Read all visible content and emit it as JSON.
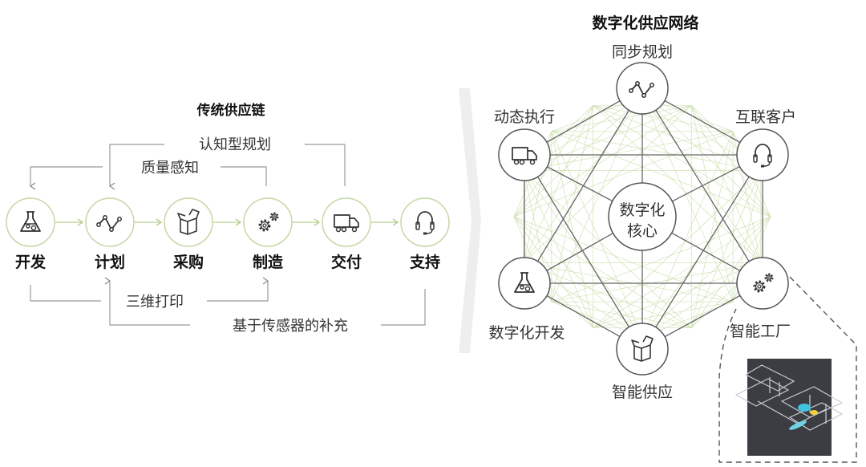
{
  "left": {
    "title": "传统供应链",
    "stages": [
      {
        "label": "开发",
        "icon": "flask-icon"
      },
      {
        "label": "计划",
        "icon": "line-chart-icon"
      },
      {
        "label": "采购",
        "icon": "box-icon"
      },
      {
        "label": "制造",
        "icon": "gears-icon"
      },
      {
        "label": "交付",
        "icon": "truck-icon"
      },
      {
        "label": "支持",
        "icon": "headset-icon"
      }
    ],
    "flows": {
      "cognitive_planning": "认知型规划",
      "quality_sensing": "质量感知",
      "printing_3d": "三维打印",
      "sensor_replenish": "基于传感器的补充"
    }
  },
  "right": {
    "title": "数字化供应网络",
    "core": [
      "数字化",
      "核心"
    ],
    "nodes": [
      {
        "label": "同步规划",
        "icon": "line-chart-icon"
      },
      {
        "label": "互联客户",
        "icon": "headset-icon"
      },
      {
        "label": "智能工厂",
        "icon": "gears-icon"
      },
      {
        "label": "智能供应",
        "icon": "box-icon"
      },
      {
        "label": "数字化开发",
        "icon": "flask-icon"
      },
      {
        "label": "动态执行",
        "icon": "truck-icon"
      }
    ]
  },
  "colors": {
    "green": "#c5d8a4",
    "mesh": "#cfe3b5",
    "line": "#555555",
    "text": "#333333"
  }
}
